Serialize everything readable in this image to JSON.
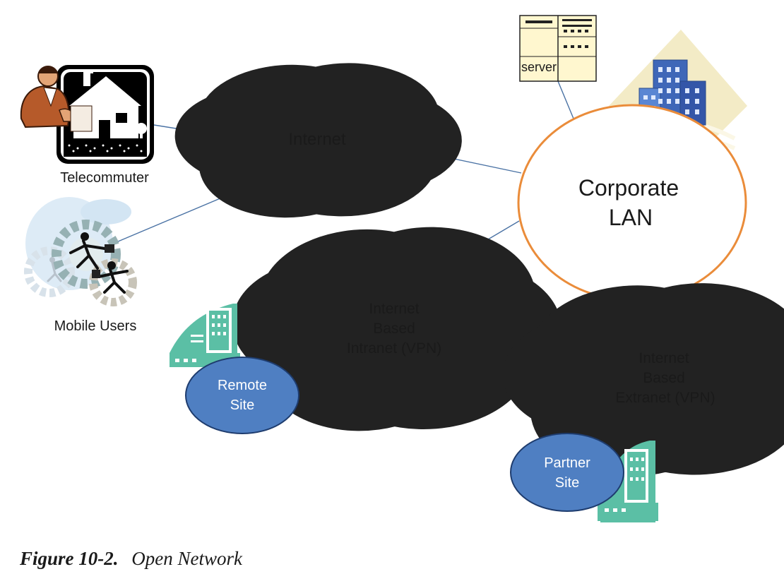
{
  "nodes": {
    "telecommuter": "Telecommuter",
    "mobile_users": "Mobile Users",
    "internet": "Internet",
    "server": "server",
    "corporate_lan": [
      "Corporate",
      "LAN"
    ],
    "intranet_vpn": [
      "Internet",
      "Based",
      "Intranet (VPN)"
    ],
    "extranet_vpn": [
      "Internet",
      "Based",
      "Extranet (VPN)"
    ],
    "remote_site": [
      "Remote",
      "Site"
    ],
    "partner_site": [
      "Partner",
      "Site"
    ]
  },
  "caption": {
    "number": "Figure 10-2.",
    "title": "Open Network"
  },
  "colors": {
    "cloud_fill": "#f9c07f",
    "cloud_stroke": "#222222",
    "lan_stroke": "#ea8c3a",
    "site_fill": "#4f7fc2",
    "site_stroke": "#1e3c6e",
    "link": "#4a72a4",
    "building_teal": "#5bbfa5"
  }
}
